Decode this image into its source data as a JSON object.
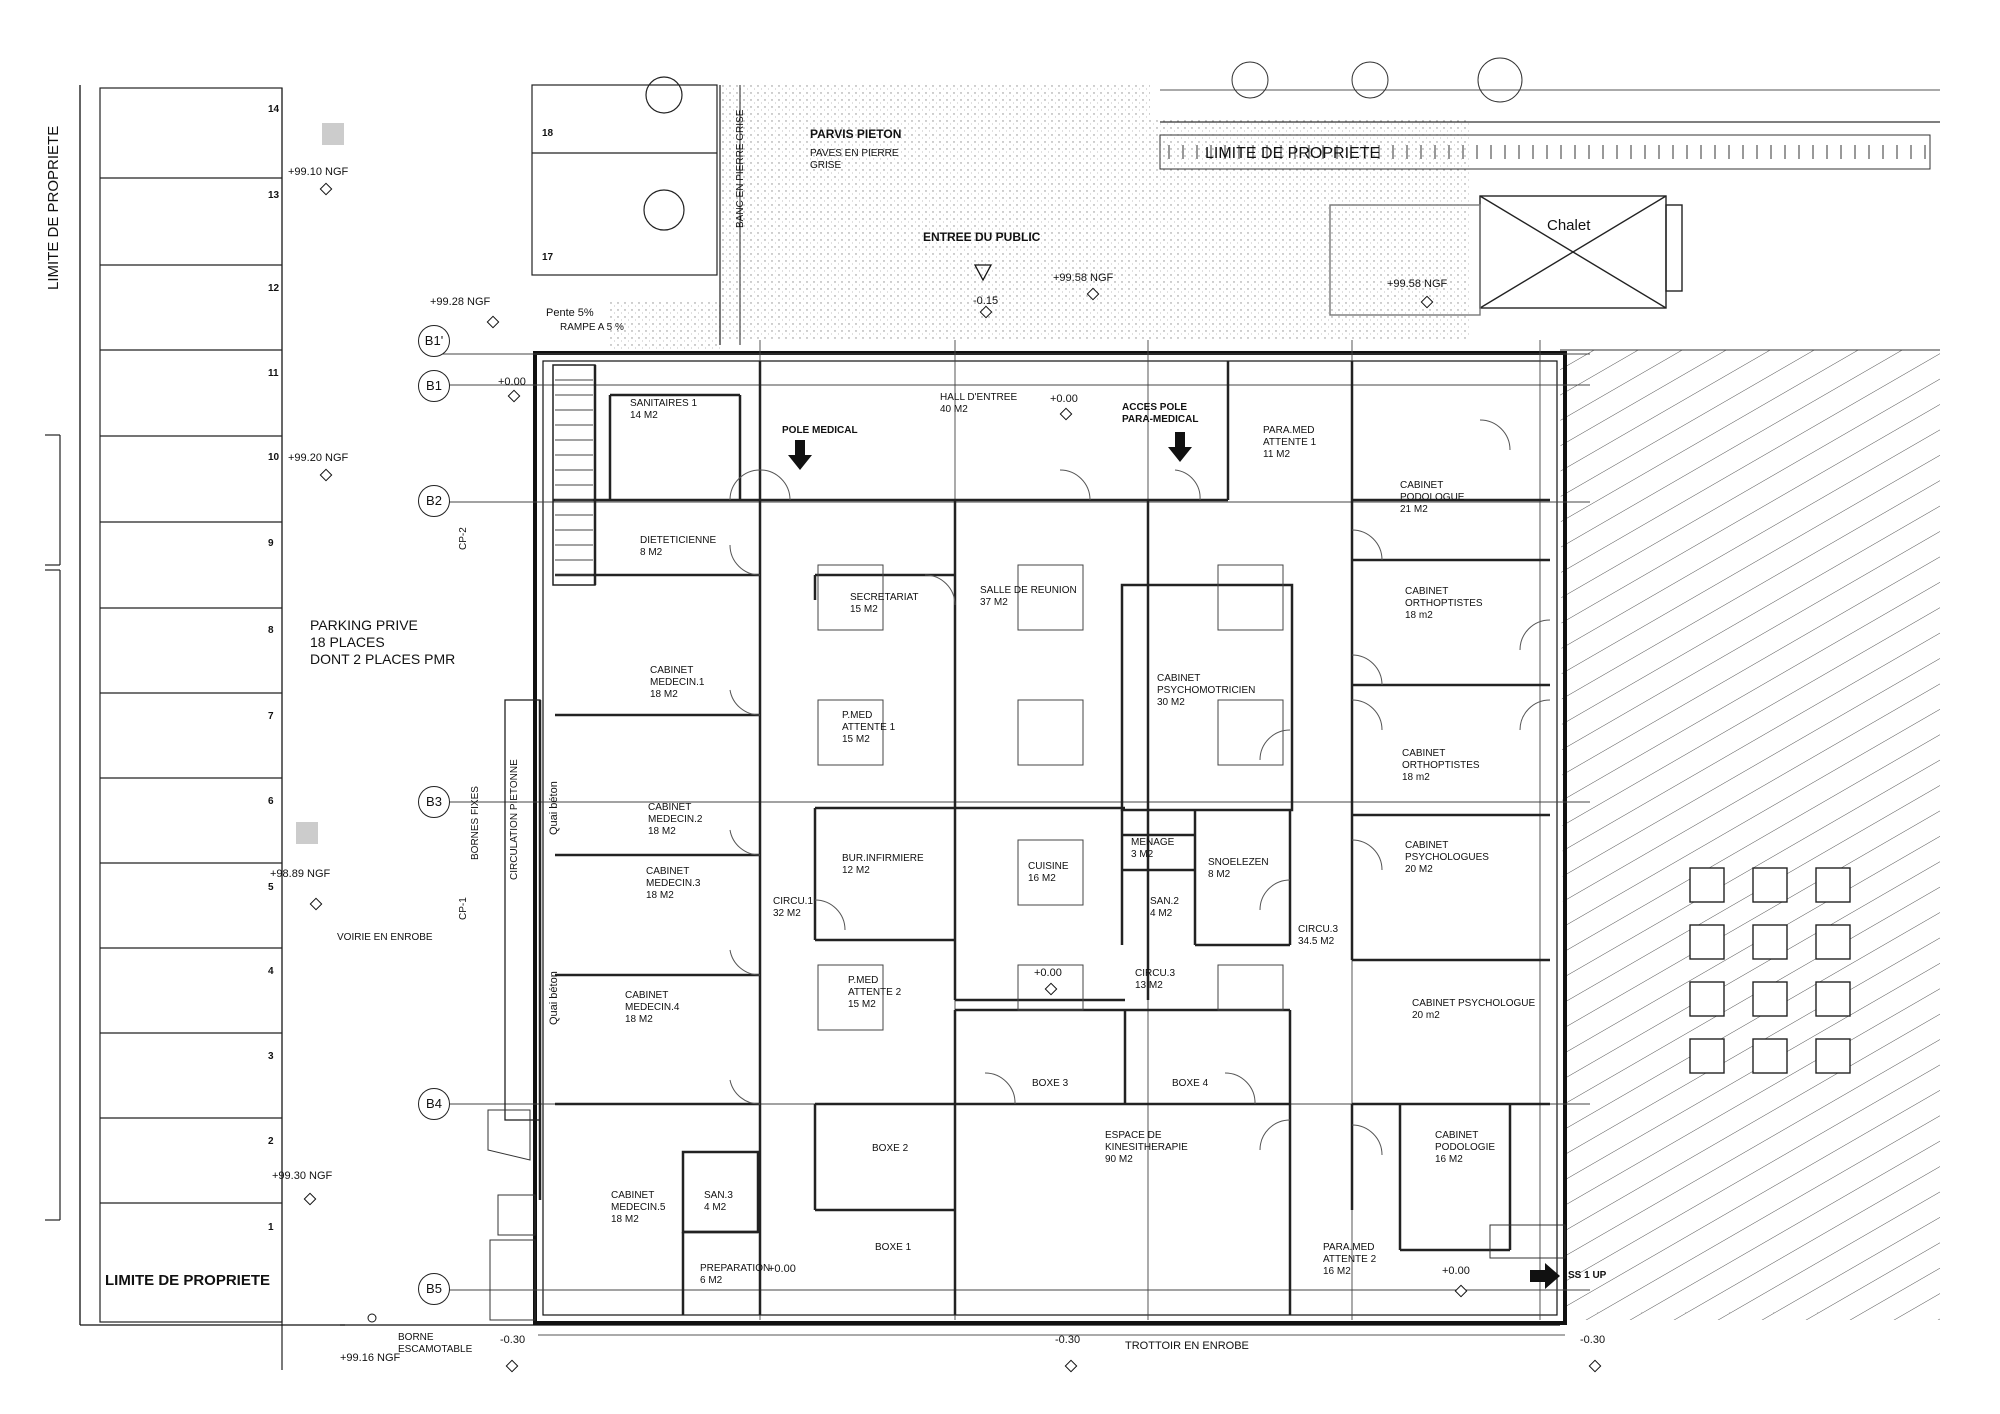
{
  "labels": {
    "limite_left": "LIMITE DE PROPRIETE",
    "limite_top": "LIMITE DE PROPRIETE",
    "limite_bottom": "LIMITE DE PROPRIETE",
    "parvis_title": "PARVIS PIETON",
    "parvis_sub1": "PAVES EN PIERRE",
    "parvis_sub2": "GRISE",
    "banc": "BANC EN PIERRE GRISE",
    "entree": "ENTREE DU PUBLIC",
    "chalet": "Chalet",
    "pente": "Pente 5%",
    "rampe": "RAMPE A 5 %",
    "parking_1": "PARKING PRIVE",
    "parking_2": "18 PLACES",
    "parking_3": "DONT 2 PLACES PMR",
    "voirie": "VOIRIE EN ENROBE",
    "bornes_fixes": "BORNES FIXES",
    "circulation": "CIRCULATION PIETONNE",
    "quai_1": "Quai béton",
    "quai_2": "Quai béton",
    "cp2": "CP-2",
    "cp1": "CP-1",
    "borne_1": "BORNE",
    "borne_2": "ESCAMOTABLE",
    "trottoir": "TROTTOIR EN ENROBE",
    "ss1up": "SS 1 UP",
    "pole_medical": "POLE MEDICAL",
    "acces_pole_1": "ACCES POLE",
    "acces_pole_2": "PARA-MEDICAL"
  },
  "levels": {
    "l_9910": "+99.10 NGF",
    "l_9928": "+99.28 NGF",
    "l_9920": "+99.20 NGF",
    "l_9889": "+98.89 NGF",
    "l_9930": "+99.30 NGF",
    "l_9916": "+99.16 NGF",
    "l_9958a": "+99.58 NGF",
    "l_9958b": "+99.58 NGF",
    "l_m015": "-0.15",
    "l_000a": "+0.00",
    "l_000b": "+0.00",
    "l_000c": "+0.00",
    "l_000d": "+0.00",
    "l_000e": "+0.00",
    "l_m030a": "-0.30",
    "l_m030b": "-0.30",
    "l_m030c": "-0.30"
  },
  "grid_axes": [
    "B1'",
    "B1",
    "B2",
    "B3",
    "B4",
    "B5"
  ],
  "parking_numbers": [
    "14",
    "13",
    "12",
    "11",
    "10",
    "9",
    "8",
    "7",
    "6",
    "5",
    "4",
    "3",
    "2",
    "1"
  ],
  "pmr_numbers": [
    "18",
    "17"
  ],
  "rooms": {
    "sanitaires1": {
      "name": "SANITAIRES 1",
      "area": "14 M2"
    },
    "dieteticienne": {
      "name": "DIETETICIENNE",
      "area": "8 M2"
    },
    "hall": {
      "name": "HALL D'ENTREE",
      "area": "40 M2"
    },
    "paramed1": {
      "name1": "PARA.MED",
      "name2": "ATTENTE 1",
      "area": "11 M2"
    },
    "podologue": {
      "name1": "CABINET",
      "name2": "PODOLOGUE",
      "area": "21 M2"
    },
    "secretariat": {
      "name": "SECRETARIAT",
      "area": "15 M2"
    },
    "reunion": {
      "name": "SALLE DE REUNION",
      "area": "37 M2"
    },
    "ortho1": {
      "name1": "CABINET",
      "name2": "ORTHOPTISTES",
      "area": "18 m2"
    },
    "medecin1": {
      "name1": "CABINET",
      "name2": "MEDECIN.1",
      "area": "18 M2"
    },
    "pmed1": {
      "name1": "P.MED",
      "name2": "ATTENTE 1",
      "area": "15 M2"
    },
    "psychomot": {
      "name1": "CABINET",
      "name2": "PSYCHOMOTRICIEN",
      "area": "30 M2"
    },
    "ortho2": {
      "name1": "CABINET",
      "name2": "ORTHOPTISTES",
      "area": "18 m2"
    },
    "medecin2": {
      "name1": "CABINET",
      "name2": "MEDECIN.2",
      "area": "18 M2"
    },
    "infirmiere": {
      "name": "BUR.INFIRMIERE",
      "area": "12 M2"
    },
    "cuisine": {
      "name": "CUISINE",
      "area": "16 M2"
    },
    "menage": {
      "name": "MENAGE",
      "area": "3 M2"
    },
    "snoelezen": {
      "name": "SNOELEZEN",
      "area": "8 M2"
    },
    "psychologues": {
      "name1": "CABINET",
      "name2": "PSYCHOLOGUES",
      "area": "20 M2"
    },
    "medecin3": {
      "name1": "CABINET",
      "name2": "MEDECIN.3",
      "area": "18 M2"
    },
    "circu1": {
      "name": "CIRCU.1",
      "area": "32 M2"
    },
    "san2": {
      "name": "SAN.2",
      "area": "4 M2"
    },
    "circu3a": {
      "name": "CIRCU.3",
      "area": "34.5 M2"
    },
    "medecin4": {
      "name1": "CABINET",
      "name2": "MEDECIN.4",
      "area": "18 M2"
    },
    "pmed2": {
      "name1": "P.MED",
      "name2": "ATTENTE 2",
      "area": "15 M2"
    },
    "circu3b": {
      "name": "CIRCU.3",
      "area": "13 M2"
    },
    "psychologue": {
      "name": "CABINET PSYCHOLOGUE",
      "area": "20 m2"
    },
    "boxe3": {
      "name": "BOXE 3"
    },
    "boxe4": {
      "name": "BOXE 4"
    },
    "boxe2": {
      "name": "BOXE 2"
    },
    "kine": {
      "name1": "ESPACE DE",
      "name2": "KINESITHERAPIE",
      "area": "90 M2"
    },
    "podologie": {
      "name1": "CABINET",
      "name2": "PODOLOGIE",
      "area": "16 M2"
    },
    "medecin5": {
      "name1": "CABINET",
      "name2": "MEDECIN.5",
      "area": "18 M2"
    },
    "san3": {
      "name": "SAN.3",
      "area": "4 M2"
    },
    "boxe1": {
      "name": "BOXE 1"
    },
    "preparation": {
      "name": "PREPARATION",
      "area": "6 M2"
    },
    "paramed2": {
      "name1": "PARA.MED",
      "name2": "ATTENTE 2",
      "area": "16 M2"
    }
  }
}
